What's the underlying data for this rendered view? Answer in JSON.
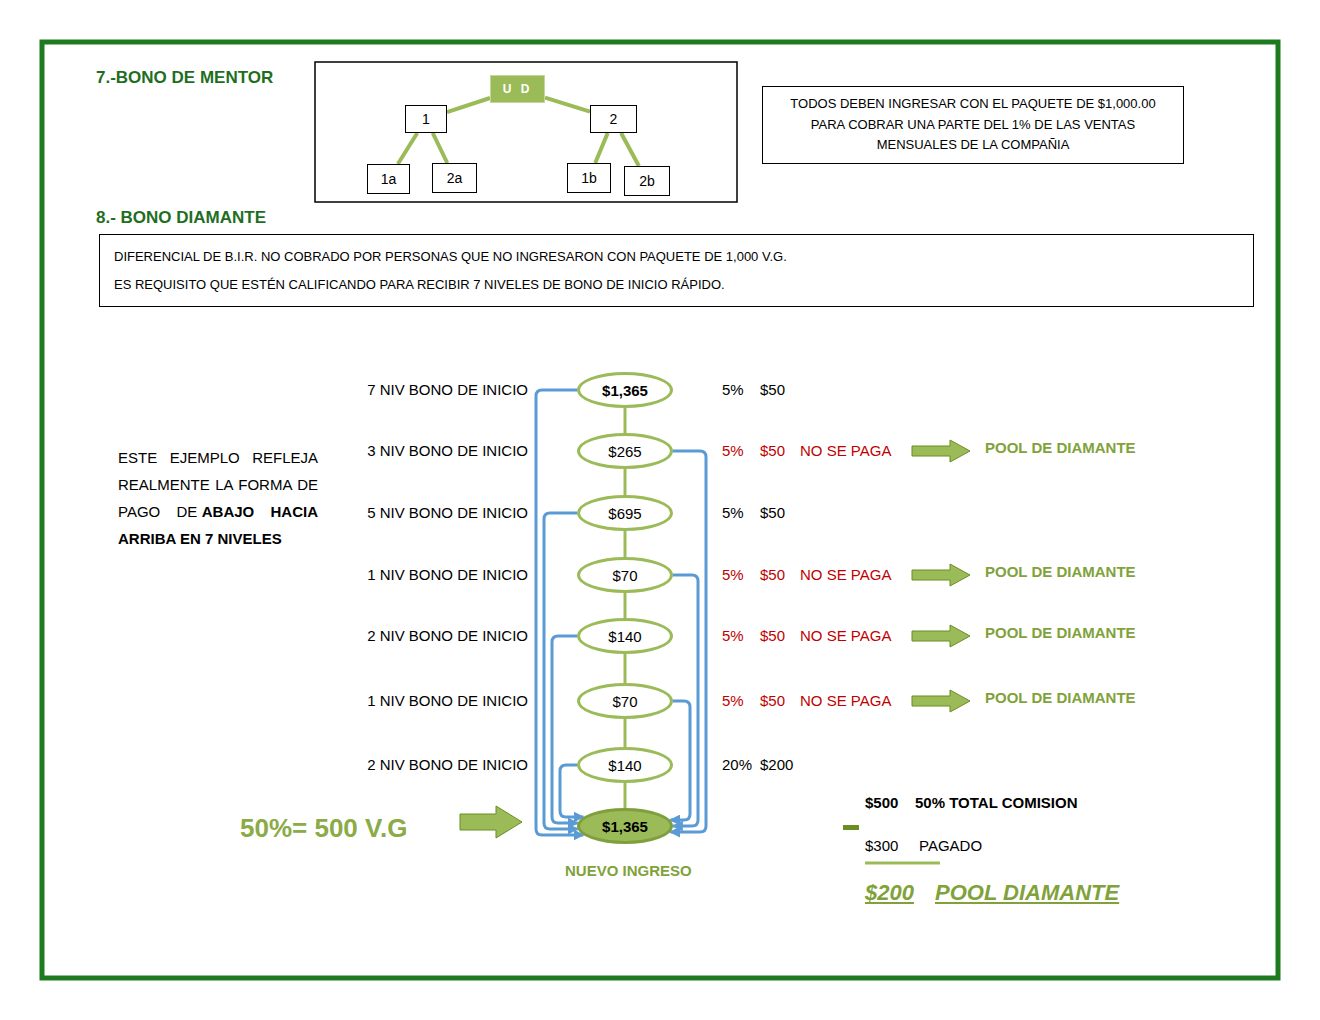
{
  "diagram": {
    "nodes": [
      {
        "text": [
          "U D"
        ]
      },
      {
        "text": [
          "1"
        ]
      },
      {
        "text": [
          "2"
        ]
      },
      {
        "text": [
          "1a"
        ]
      },
      {
        "text": [
          "2a"
        ]
      },
      {
        "text": [
          "1b"
        ]
      },
      {
        "text": [
          "2b"
        ]
      },
      {
        "text": [
          "TODOS DEBEN INGRESAR CON EL PAQUETE DE $1,000.00 PARA COBRAR UNA PARTE DEL 1% DE LAS VENTAS MENSUALES DE LA COMPAÑIA"
        ]
      },
      {
        "text": [
          "DIFERENCIAL DE B.I.R. NO COBRADO POR PERSONAS QUE NO INGRESARON CON PAQUETE DE 1,000 V.G.",
          "ES REQUISITO QUE ESTÉN CALIFICANDO PARA RECIBIR 7 NIVELES DE BONO DE INICIO RÁPIDO."
        ]
      },
      {
        "text": [
          "$1,365"
        ]
      },
      {
        "text": [
          "$265"
        ]
      },
      {
        "text": [
          "$695"
        ]
      },
      {
        "text": [
          "$70"
        ]
      },
      {
        "text": [
          "$140"
        ]
      },
      {
        "text": [
          "$70"
        ]
      },
      {
        "text": [
          "$140"
        ]
      },
      {
        "text": [
          "$1,365"
        ]
      }
    ],
    "edges": [
      {
        "from": 0,
        "to": 1,
        "arrow": "none"
      },
      {
        "from": 0,
        "to": 2,
        "arrow": "none"
      },
      {
        "from": 1,
        "to": 3,
        "arrow": "none"
      },
      {
        "from": 1,
        "to": 4,
        "arrow": "none"
      },
      {
        "from": 2,
        "to": 5,
        "arrow": "none"
      },
      {
        "from": 2,
        "to": 6,
        "arrow": "none"
      },
      {
        "from": 9,
        "to": 10,
        "arrow": "none"
      },
      {
        "from": 10,
        "to": 11,
        "arrow": "none"
      },
      {
        "from": 11,
        "to": 12,
        "arrow": "none"
      },
      {
        "from": 12,
        "to": 13,
        "arrow": "none"
      },
      {
        "from": 13,
        "to": 14,
        "arrow": "none"
      },
      {
        "from": 14,
        "to": 15,
        "arrow": "none"
      },
      {
        "from": 15,
        "to": 16,
        "arrow": "none"
      },
      {
        "from": 9,
        "to": 16,
        "arrow": "to"
      },
      {
        "from": 10,
        "to": 16,
        "arrow": "to"
      },
      {
        "from": 11,
        "to": 16,
        "arrow": "to"
      },
      {
        "from": 12,
        "to": 16,
        "arrow": "to"
      },
      {
        "from": 13,
        "to": 16,
        "arrow": "to"
      },
      {
        "from": 14,
        "to": 16,
        "arrow": "to"
      },
      {
        "from": 15,
        "to": 16,
        "arrow": "to"
      }
    ],
    "labels": [
      "7.-BONO DE MENTOR",
      "8.- BONO DIAMANTE",
      "7 NIV BONO DE INICIO",
      "3 NIV BONO DE INICIO",
      "5 NIV BONO DE INICIO",
      "1 NIV BONO DE INICIO",
      "2 NIV BONO DE INICIO",
      "1 NIV BONO DE INICIO",
      "2 NIV BONO DE INICIO",
      "5%",
      "$50",
      "5%",
      "$50",
      "NO SE PAGA",
      "POOL DE DIAMANTE",
      "5%",
      "$50",
      "5%",
      "$50",
      "NO SE PAGA",
      "POOL DE DIAMANTE",
      "5%",
      "$50",
      "NO SE PAGA",
      "POOL DE DIAMANTE",
      "5%",
      "$50",
      "NO SE PAGA",
      "POOL DE DIAMANTE",
      "20%",
      "$200",
      "ESTE EJEMPLO REFLEJA REALMENTE LA FORMA DE PAGO DE",
      "ABAJO HACIA ARRIBA EN 7 NIVELES",
      "50%= 500 V.G",
      "NUEVO INGRESO",
      "$500",
      "50% TOTAL COMISION",
      "$300",
      "PAGADO",
      "$200",
      "POOL DIAMANTE"
    ]
  }
}
